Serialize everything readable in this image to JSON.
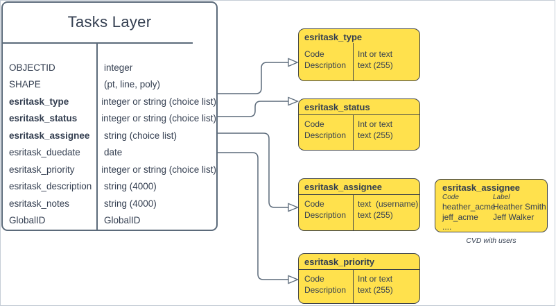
{
  "main_table": {
    "title": "Tasks Layer",
    "rows": [
      {
        "field": "OBJECTID",
        "type": "integer",
        "bold": false
      },
      {
        "field": "SHAPE",
        "type": "(pt, line, poly)",
        "bold": false
      },
      {
        "field": "esritask_type",
        "type": "integer or string (choice list)",
        "bold": true
      },
      {
        "field": "esritask_status",
        "type": "integer or string (choice list)",
        "bold": true
      },
      {
        "field": "esritask_assignee",
        "type": "string (choice list)",
        "bold": true
      },
      {
        "field": "esritask_duedate",
        "type": "date",
        "bold": false
      },
      {
        "field": "esritask_priority",
        "type": "integer or string (choice list)",
        "bold": false
      },
      {
        "field": "esritask_description",
        "type": "string (4000)",
        "bold": false
      },
      {
        "field": "esritask_notes",
        "type": "string (4000)",
        "bold": false
      },
      {
        "field": "GlobalID",
        "type": "GlobalID",
        "bold": false
      }
    ]
  },
  "domain_boxes": [
    {
      "title": "esritask_type",
      "left_rows": [
        "Code",
        "Description"
      ],
      "right_rows": [
        "Int or text",
        "text (255)"
      ]
    },
    {
      "title": "esritask_status",
      "left_rows": [
        "Code",
        "Description"
      ],
      "right_rows": [
        "Int or text",
        "text (255)"
      ]
    },
    {
      "title": "esritask_assignee",
      "left_rows": [
        "Code",
        "Description"
      ],
      "right_rows": [
        "text  (username)",
        "text (255)"
      ]
    },
    {
      "title": "esritask_priority",
      "left_rows": [
        "Code",
        "Description"
      ],
      "right_rows": [
        "Int or text",
        "text (255)"
      ]
    }
  ],
  "cvd_box": {
    "title": "esritask_assignee",
    "col_headers": [
      "Code",
      "Label"
    ],
    "rows": [
      [
        "heather_acme",
        "Heather Smith"
      ],
      [
        "jeff_acme",
        "Jeff Walker"
      ]
    ],
    "more": "....",
    "caption": "CVD with users"
  },
  "connectors": [
    {
      "from": "esritask_type field",
      "to": "esritask_type domain box"
    },
    {
      "from": "esritask_status field",
      "to": "esritask_status domain box"
    },
    {
      "from": "esritask_assignee field",
      "to": "esritask_assignee domain box"
    },
    {
      "from": "esritask_priority field",
      "to": "esritask_priority domain box"
    }
  ],
  "colors": {
    "domain_box_fill": "#FFE14D",
    "domain_box_border": "#3F4347",
    "table_border": "#5B6A7A",
    "connector": "#5B6A7A",
    "text": "#333E50",
    "frame_border": "#C5CDD6"
  }
}
